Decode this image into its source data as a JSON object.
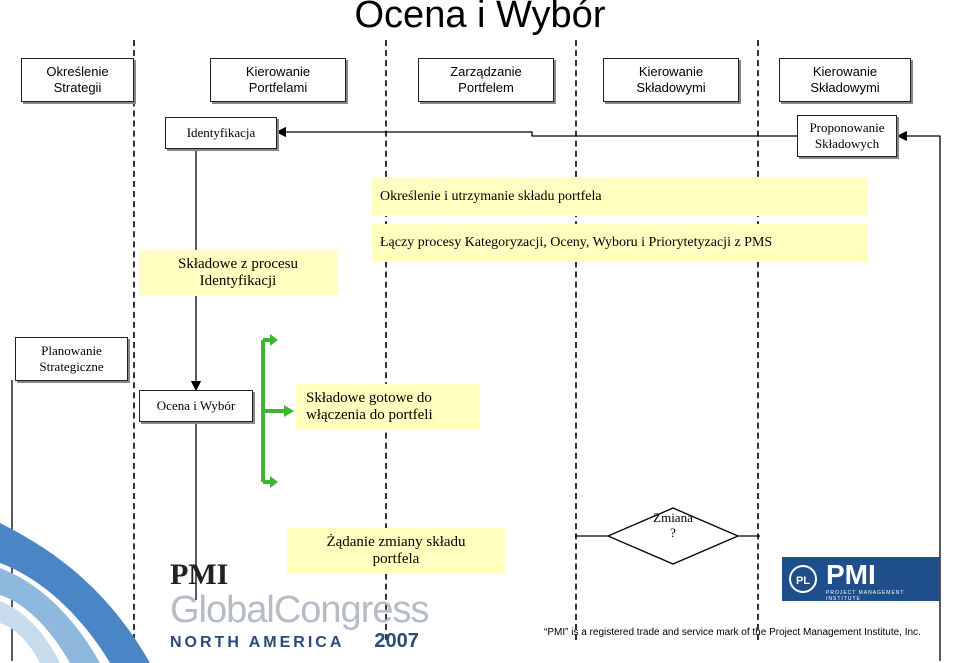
{
  "title": "Ocena i Wybór",
  "headers": [
    "Określenie\nStrategii",
    "Kierowanie\nPortfelami",
    "Zarządzanie\nPortfelem",
    "Kierowanie\nSkładowymi",
    "Kierowanie\nSkładowymi"
  ],
  "nodes": {
    "identyfikacja": "Identyfikacja",
    "proponowanie": "Proponowanie\nSkładowych",
    "planowanie": "Planowanie\nStrategiczne",
    "ocena": "Ocena i Wybór",
    "zmiana": "Zmiana\n?"
  },
  "notes": {
    "okreslenie": "Określenie i utrzymanie składu portfela",
    "lacz": "Łączy procesy Kategoryzacji, Oceny, Wyboru i Priorytetyzacji z PMS",
    "skladowe_proc": "Składowe z procesu\nIdentyfikacji",
    "gotowe": "Składowe gotowe do\nwłączenia do portfeli",
    "zadanie": "Żądanie zmiany składu\nportfela"
  },
  "logo": {
    "pmi": "PMI",
    "global": "GlobalCongress",
    "region": "NORTH AMERICA",
    "year": "2007",
    "right_pmi": "PMI",
    "right_sub": "PROJECT MANAGEMENT INSTITUTE"
  },
  "footer": "“PMI” is a registered trade and service mark of the Project Management Institute, Inc.",
  "colors": {
    "note_bg": "#ffffc0",
    "bracket": "#3cb830",
    "logo_blue": "#1f4f8a"
  }
}
